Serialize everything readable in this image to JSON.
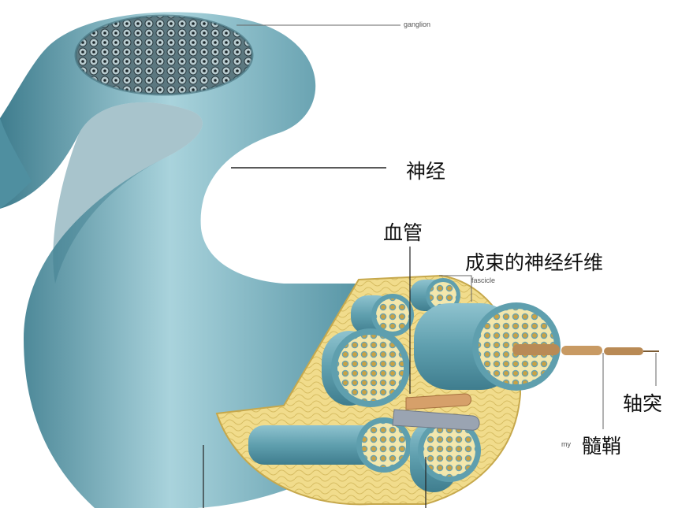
{
  "labels": {
    "ganglion": "ganglion",
    "nerve": "神经",
    "blood_vessel": "血管",
    "fascicle_cn": "成束的神经纤维",
    "fascicle_en": "fascicle",
    "axon": "轴突",
    "myelin": "髓鞘",
    "myelin_en": "my"
  },
  "colors": {
    "nerve_body": "#5f9fae",
    "nerve_dark": "#3f7d8e",
    "nerve_light": "#a9d3dc",
    "connective_tissue": "#f1dc8c",
    "fascicle_fill": "#f3e7ad",
    "axon_dot": "#c9a244",
    "ganglion_cells": "#2a3a40",
    "myelin_sheath": "#b98a55",
    "vessel_grey": "#9aa4b2"
  }
}
